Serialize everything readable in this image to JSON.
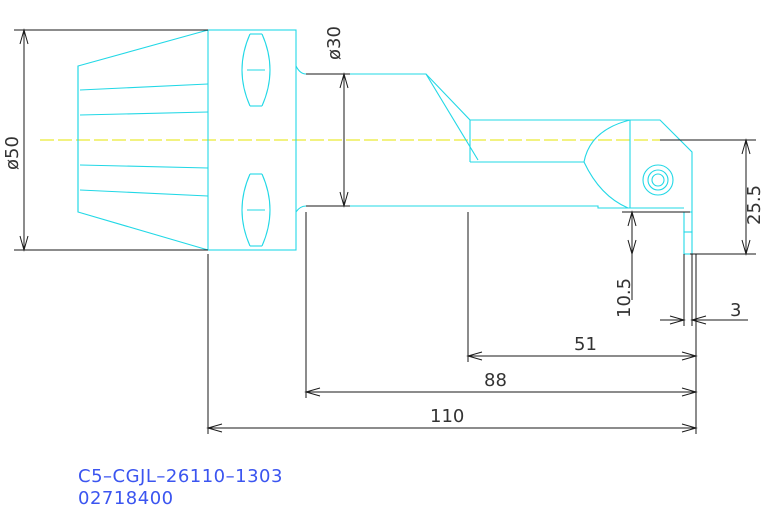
{
  "colors": {
    "outline": "#22d8e6",
    "dimension": "#1a1a1a",
    "centerline": "#e6e600",
    "label": "#3b55f0"
  },
  "dimensions": {
    "flange_diameter": "ø50",
    "shank_diameter": "ø30",
    "height": "25.5",
    "offset": "10.5",
    "tip": "3",
    "reach_51": "51",
    "reach_88": "88",
    "overall_length": "110"
  },
  "labels": {
    "part_number": "C5–CGJL–26110–1303",
    "order_code": "02718400"
  }
}
